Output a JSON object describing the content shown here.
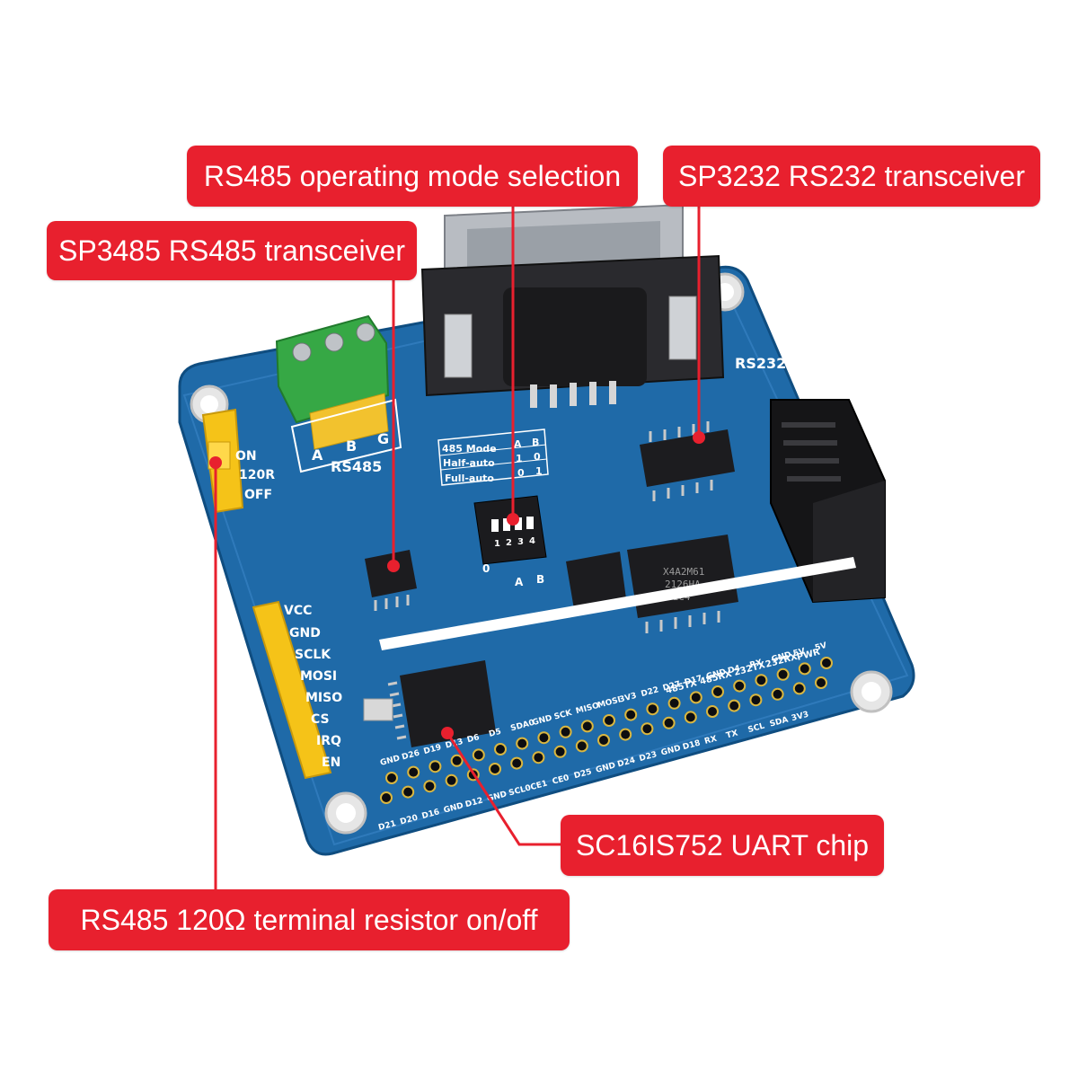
{
  "callouts": {
    "mode_selection": "RS485 operating mode selection",
    "rs232_transceiver": "SP3232 RS232 transceiver",
    "rs485_transceiver": "SP3485 RS485 transceiver",
    "uart_chip": "SC16IS752 UART chip",
    "terminal_resistor": "RS485 120Ω terminal resistor on/off"
  },
  "board": {
    "rs232_label": "RS232",
    "rs485_label": "RS485",
    "terminal_pins": [
      "A",
      "B",
      "G"
    ],
    "jumper_labels": [
      "ON",
      "120R",
      "OFF"
    ],
    "mode_table": {
      "header": [
        "485 Mode",
        "A",
        "B"
      ],
      "rows": [
        [
          "Half-auto",
          "1",
          "0"
        ],
        [
          "Full-auto",
          "0",
          "1"
        ]
      ]
    },
    "dip_numbers": [
      "1",
      "2",
      "3",
      "4"
    ],
    "dip_ab": [
      "A",
      "B"
    ],
    "dip_zero": "0",
    "side_header": [
      "VCC",
      "GND",
      "SCLK",
      "MOSI",
      "MISO",
      "CS",
      "IRQ",
      "EN"
    ],
    "led_labels": [
      "485TX",
      "485RX",
      "232TX",
      "232RX",
      "PWR"
    ],
    "gpio_top_row": [
      "3V3",
      "SDA",
      "SCL",
      "TX",
      "RX",
      "D18",
      "GND",
      "D23",
      "D24",
      "GND",
      "D25",
      "CE0",
      "CE1",
      "SCL0",
      "GND",
      "D12",
      "GND",
      "D16",
      "D20",
      "D21"
    ],
    "gpio_bottom_row": [
      "5V",
      "5V",
      "GND",
      "RX",
      "D4",
      "GND",
      "D17",
      "D27",
      "D22",
      "3V3",
      "MOSI",
      "MISO",
      "SCK",
      "GND",
      "SDA0",
      "D5",
      "D6",
      "D13",
      "D19",
      "D26",
      "GND"
    ],
    "chip_marks": [
      "X4A2M61",
      "2126HA",
      "V1C4"
    ]
  }
}
